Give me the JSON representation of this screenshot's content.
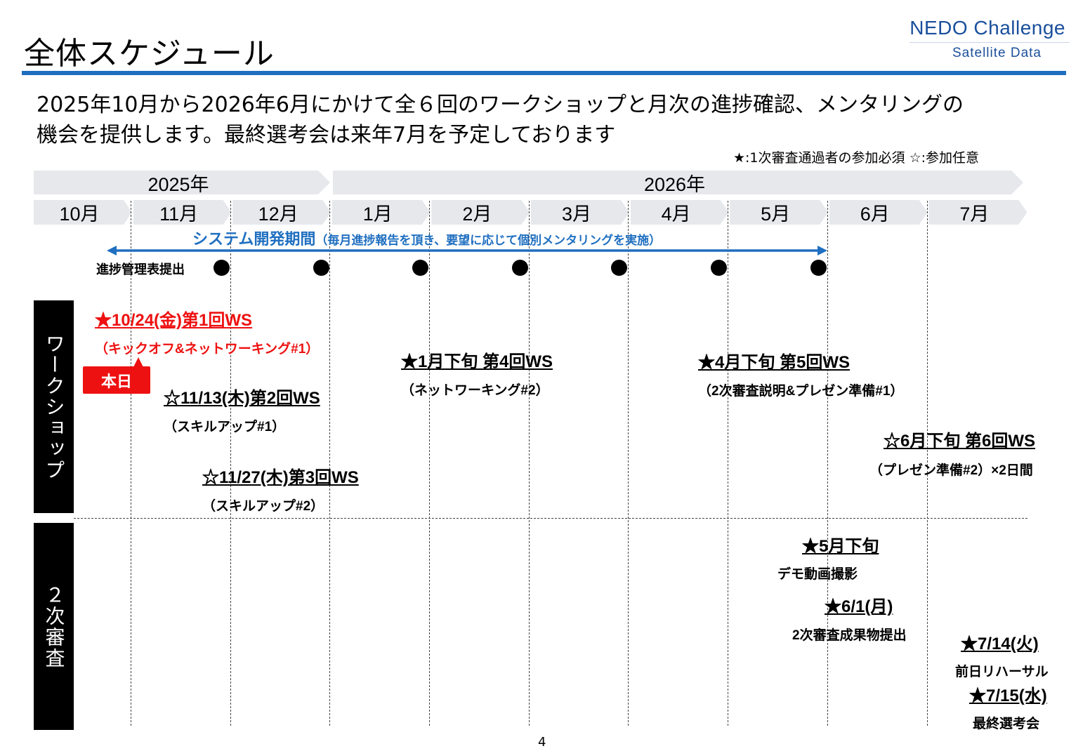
{
  "header": {
    "title": "全体スケジュール",
    "logo_main": "NEDO Challenge",
    "logo_sub": "Satellite Data"
  },
  "intro": {
    "line1": "2025年10月から2026年6月にかけて全６回のワークショップと月次の進捗確認、メンタリングの",
    "line2": "機会を提供します。最終選考会は来年7月を予定しております"
  },
  "legend": "★:1次審査通過者の参加必須 ☆:参加任意",
  "timeline": {
    "years": [
      "2025年",
      "2026年"
    ],
    "months": [
      "10月",
      "11月",
      "12月",
      "1月",
      "2月",
      "3月",
      "4月",
      "5月",
      "6月",
      "7月"
    ],
    "dev_period_label": "システム開発期間",
    "dev_period_note": "（毎月進捗報告を頂き、要望に応じて個別メンタリングを実施）",
    "progress_label": "進捗管理表提出"
  },
  "sections": {
    "workshop": "ワークショップ",
    "second_review": "２次審査"
  },
  "events": {
    "ws1_title": "★10/24(金)第1回WS",
    "ws1_sub": "（キックオフ&ネットワーキング#1）",
    "today": "本日",
    "ws2_title": "☆11/13(木)第2回WS",
    "ws2_sub": "（スキルアップ#1）",
    "ws3_title": "☆11/27(木)第3回WS",
    "ws3_sub": "（スキルアップ#2）",
    "ws4_title": "★1月下旬 第4回WS",
    "ws4_sub": "（ネットワーキング#2）",
    "ws5_title": "★4月下旬 第5回WS",
    "ws5_sub": "（2次審査説明&プレゼン準備#1）",
    "ws6_title": "☆6月下旬 第6回WS",
    "ws6_sub": "（プレゼン準備#2）×2日間",
    "demo_title": "★5月下旬",
    "demo_sub": "デモ動画撮影",
    "submit_title": "★6/1(月)",
    "submit_sub": "2次審査成果物提出",
    "rehearsal_title": "★7/14(火)",
    "rehearsal_sub": "前日リハーサル",
    "final_title": "★7/15(水)",
    "final_sub": "最終選考会"
  },
  "page_number": "4",
  "colors": {
    "accent_blue": "#1f6fc0",
    "highlight_red": "#ee1111",
    "logo_blue": "#1a4f9c",
    "chevron_gray": "#e6e8ec"
  }
}
